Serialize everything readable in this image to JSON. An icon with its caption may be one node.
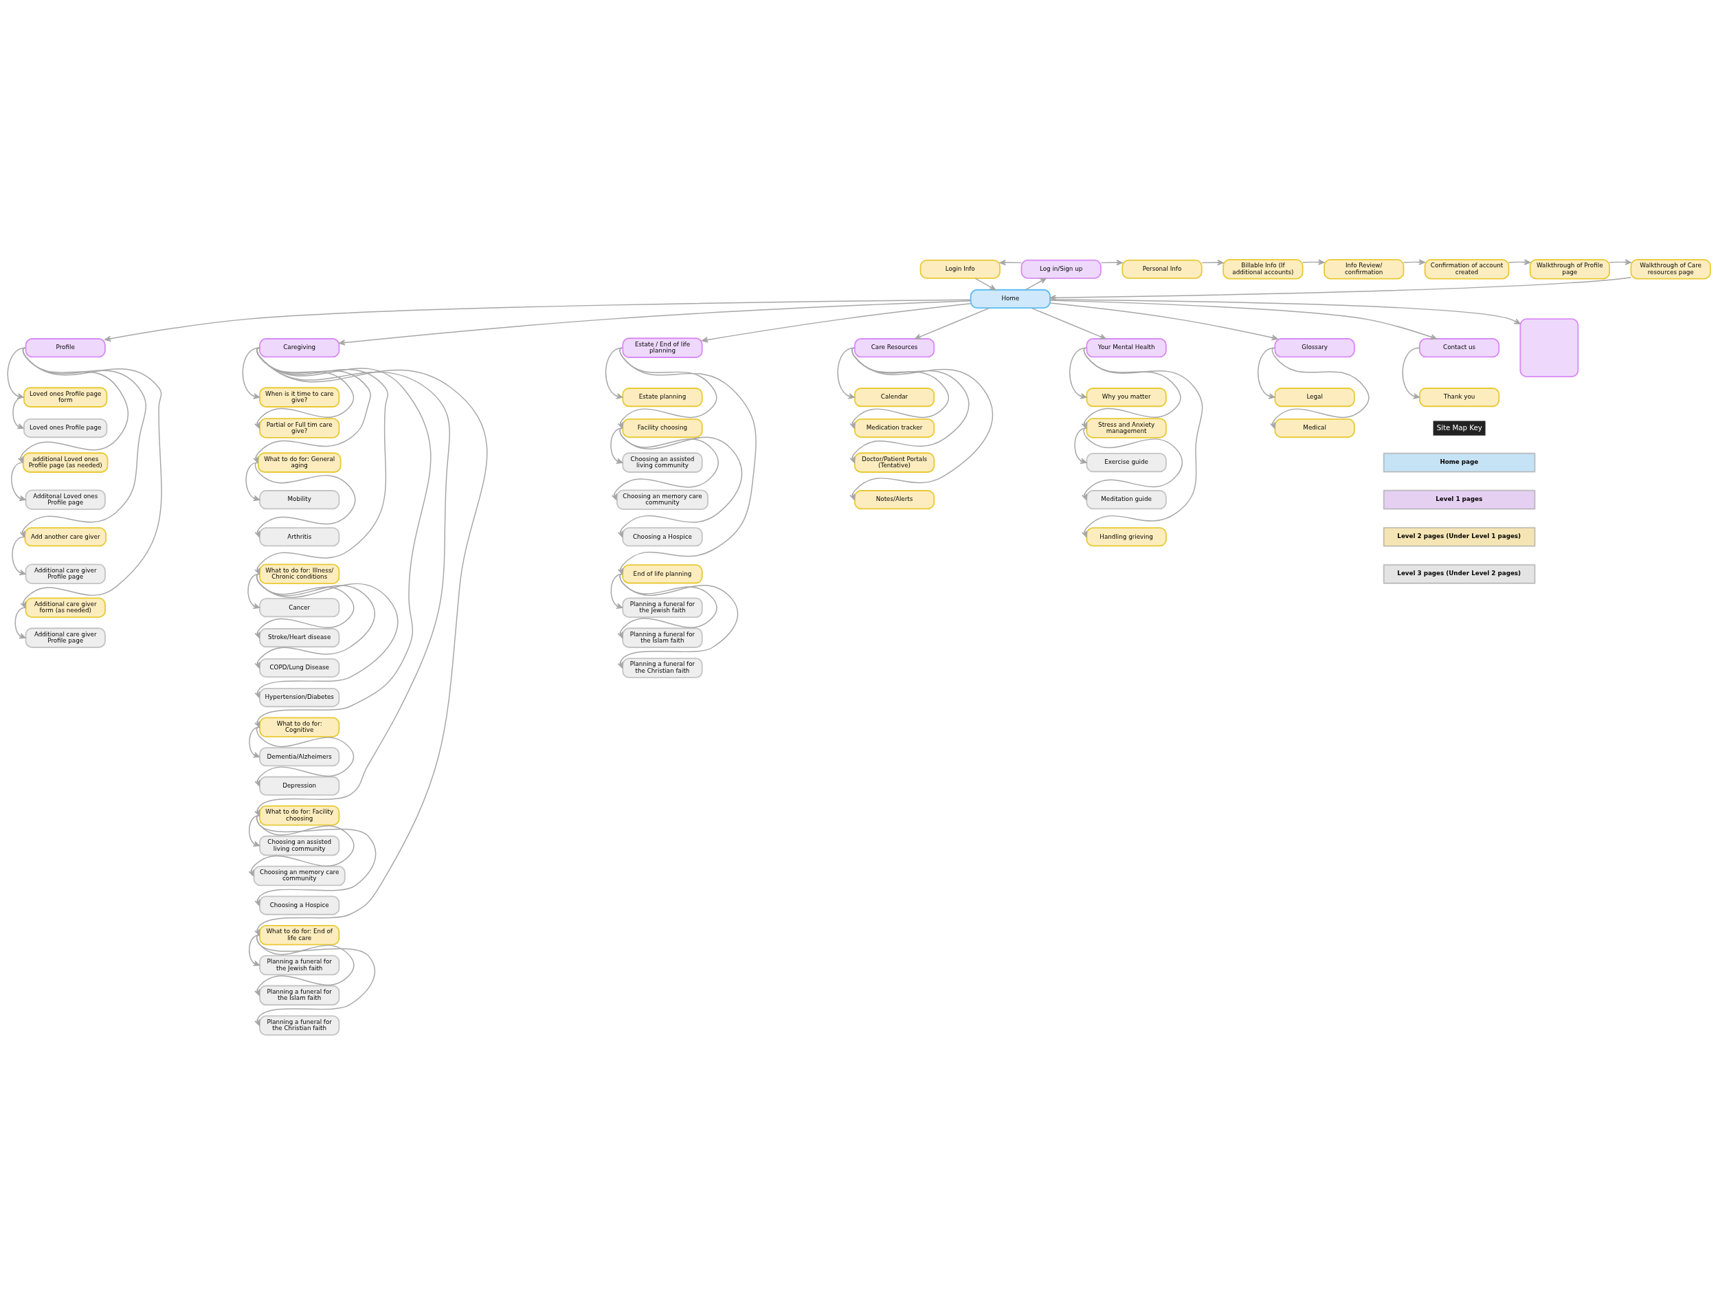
{
  "diagram": {
    "nodes": [
      {
        "text": [
          "Login Info"
        ]
      },
      {
        "text": [
          "Log in/Sign up"
        ]
      },
      {
        "text": [
          "Personal Info"
        ]
      },
      {
        "text": [
          "Billable Info (If additional accounts)"
        ]
      },
      {
        "text": [
          "Info Review/ confirmation"
        ]
      },
      {
        "text": [
          "Confirmation of account created"
        ]
      },
      {
        "text": [
          "Walkthrough of Profile page"
        ]
      },
      {
        "text": [
          "Walkthrough of Care resources page"
        ]
      },
      {
        "text": [
          "Home"
        ]
      },
      {
        "text": [
          "Profile"
        ]
      },
      {
        "text": [
          "Loved ones Profile page form"
        ]
      },
      {
        "text": [
          "Loved ones Profile page"
        ]
      },
      {
        "text": [
          "additional Loved ones Profile page (as needed)"
        ]
      },
      {
        "text": [
          "Additonal Loved ones Profile page"
        ]
      },
      {
        "text": [
          "Add another care giver"
        ]
      },
      {
        "text": [
          "Additional care giver Profile page"
        ]
      },
      {
        "text": [
          "Additional care giver form (as needed)"
        ]
      },
      {
        "text": [
          "Additional care giver Profile page"
        ]
      },
      {
        "text": [
          "Caregiving"
        ]
      },
      {
        "text": [
          "When is it time to care give?"
        ]
      },
      {
        "text": [
          "Partial or Full tim care give?"
        ]
      },
      {
        "text": [
          "What to do for: General aging"
        ]
      },
      {
        "text": [
          "Mobility"
        ]
      },
      {
        "text": [
          "Arthritis"
        ]
      },
      {
        "text": [
          "What to do for: Illness/ Chronic conditions"
        ]
      },
      {
        "text": [
          "Cancer"
        ]
      },
      {
        "text": [
          "Stroke/Heart disease"
        ]
      },
      {
        "text": [
          "COPD/Lung Disease"
        ]
      },
      {
        "text": [
          "Hypertension/Diabetes"
        ]
      },
      {
        "text": [
          "What to do for: Cognitive"
        ]
      },
      {
        "text": [
          "Dementia/Alzheimers"
        ]
      },
      {
        "text": [
          "Depression"
        ]
      },
      {
        "text": [
          "What to do for: Facility choosing"
        ]
      },
      {
        "text": [
          "Choosing an assisted living community"
        ]
      },
      {
        "text": [
          "Choosing an memory care community"
        ]
      },
      {
        "text": [
          "Choosing a Hospice"
        ]
      },
      {
        "text": [
          "What to do for: End of life care"
        ]
      },
      {
        "text": [
          "Planning a funeral for the Jewish faith"
        ]
      },
      {
        "text": [
          "Planning a funeral for the Islam faith"
        ]
      },
      {
        "text": [
          "Planning a funeral for the Christian faith"
        ]
      },
      {
        "text": [
          "Estate / End of life planning"
        ]
      },
      {
        "text": [
          "Estate planning"
        ]
      },
      {
        "text": [
          "Facility choosing"
        ]
      },
      {
        "text": [
          "Choosing an assisted living community"
        ]
      },
      {
        "text": [
          "Choosing an memory care community"
        ]
      },
      {
        "text": [
          "Choosing a Hospice"
        ]
      },
      {
        "text": [
          "End of life planning"
        ]
      },
      {
        "text": [
          "Planning a funeral for the Jewish faith"
        ]
      },
      {
        "text": [
          "Planning a funeral for the Islam faith"
        ]
      },
      {
        "text": [
          "Planning a funeral for the Christian faith"
        ]
      },
      {
        "text": [
          "Care Resources"
        ]
      },
      {
        "text": [
          "Calendar"
        ]
      },
      {
        "text": [
          "Medication tracker"
        ]
      },
      {
        "text": [
          "Doctor/Patient Portals (Tentative)"
        ]
      },
      {
        "text": [
          "Notes/Alerts"
        ]
      },
      {
        "text": [
          "Your Mental Health"
        ]
      },
      {
        "text": [
          "Why you matter"
        ]
      },
      {
        "text": [
          "Stress and Anxiety management"
        ]
      },
      {
        "text": [
          "Exercise guide"
        ]
      },
      {
        "text": [
          "Meditation guide"
        ]
      },
      {
        "text": [
          "Handling grieving"
        ]
      },
      {
        "text": [
          "Glossary"
        ]
      },
      {
        "text": [
          "Legal"
        ]
      },
      {
        "text": [
          "Medical"
        ]
      },
      {
        "text": [
          "Contact us"
        ]
      },
      {
        "text": [
          "Thank you"
        ]
      },
      {
        "text": [],
        "shape": "box"
      }
    ],
    "edges": [
      {
        "from": 8,
        "to": 1,
        "arrow": "to"
      },
      {
        "from": 1,
        "to": 0,
        "arrow": "to"
      },
      {
        "from": 0,
        "to": 8,
        "arrow": "to"
      },
      {
        "from": 1,
        "to": 2,
        "arrow": "to"
      },
      {
        "from": 2,
        "to": 3,
        "arrow": "to"
      },
      {
        "from": 3,
        "to": 4,
        "arrow": "to"
      },
      {
        "from": 4,
        "to": 5,
        "arrow": "to"
      },
      {
        "from": 5,
        "to": 6,
        "arrow": "to"
      },
      {
        "from": 6,
        "to": 7,
        "arrow": "to"
      },
      {
        "from": 7,
        "to": 8,
        "arrow": "to"
      },
      {
        "from": 8,
        "to": 9,
        "arrow": "to"
      },
      {
        "from": 8,
        "to": 18,
        "arrow": "to"
      },
      {
        "from": 8,
        "to": 40,
        "arrow": "to"
      },
      {
        "from": 8,
        "to": 50,
        "arrow": "to"
      },
      {
        "from": 8,
        "to": 55,
        "arrow": "to"
      },
      {
        "from": 8,
        "to": 61,
        "arrow": "to"
      },
      {
        "from": 8,
        "to": 64,
        "arrow": "to"
      },
      {
        "from": 8,
        "to": 66,
        "arrow": "to"
      },
      {
        "from": 9,
        "to": 10,
        "arrow": "to"
      },
      {
        "from": 10,
        "to": 11,
        "arrow": "to"
      },
      {
        "from": 9,
        "to": 12,
        "arrow": "to"
      },
      {
        "from": 12,
        "to": 13,
        "arrow": "to"
      },
      {
        "from": 9,
        "to": 14,
        "arrow": "to"
      },
      {
        "from": 14,
        "to": 15,
        "arrow": "to"
      },
      {
        "from": 9,
        "to": 16,
        "arrow": "to"
      },
      {
        "from": 16,
        "to": 17,
        "arrow": "to"
      },
      {
        "from": 18,
        "to": 19,
        "arrow": "to"
      },
      {
        "from": 18,
        "to": 20,
        "arrow": "to"
      },
      {
        "from": 18,
        "to": 21,
        "arrow": "to"
      },
      {
        "from": 21,
        "to": 22,
        "arrow": "to"
      },
      {
        "from": 21,
        "to": 23,
        "arrow": "to"
      },
      {
        "from": 18,
        "to": 24,
        "arrow": "to"
      },
      {
        "from": 24,
        "to": 25,
        "arrow": "to"
      },
      {
        "from": 24,
        "to": 26,
        "arrow": "to"
      },
      {
        "from": 24,
        "to": 27,
        "arrow": "to"
      },
      {
        "from": 24,
        "to": 28,
        "arrow": "to"
      },
      {
        "from": 18,
        "to": 29,
        "arrow": "to"
      },
      {
        "from": 29,
        "to": 30,
        "arrow": "to"
      },
      {
        "from": 29,
        "to": 31,
        "arrow": "to"
      },
      {
        "from": 18,
        "to": 32,
        "arrow": "to"
      },
      {
        "from": 32,
        "to": 33,
        "arrow": "to"
      },
      {
        "from": 32,
        "to": 34,
        "arrow": "to"
      },
      {
        "from": 32,
        "to": 35,
        "arrow": "to"
      },
      {
        "from": 18,
        "to": 36,
        "arrow": "to"
      },
      {
        "from": 36,
        "to": 37,
        "arrow": "to"
      },
      {
        "from": 36,
        "to": 38,
        "arrow": "to"
      },
      {
        "from": 36,
        "to": 39,
        "arrow": "to"
      },
      {
        "from": 40,
        "to": 41,
        "arrow": "to"
      },
      {
        "from": 40,
        "to": 42,
        "arrow": "to"
      },
      {
        "from": 42,
        "to": 43,
        "arrow": "to"
      },
      {
        "from": 42,
        "to": 44,
        "arrow": "to"
      },
      {
        "from": 42,
        "to": 45,
        "arrow": "to"
      },
      {
        "from": 40,
        "to": 46,
        "arrow": "to"
      },
      {
        "from": 46,
        "to": 47,
        "arrow": "to"
      },
      {
        "from": 46,
        "to": 48,
        "arrow": "to"
      },
      {
        "from": 46,
        "to": 49,
        "arrow": "to"
      },
      {
        "from": 50,
        "to": 51,
        "arrow": "to"
      },
      {
        "from": 50,
        "to": 52,
        "arrow": "to"
      },
      {
        "from": 50,
        "to": 53,
        "arrow": "to"
      },
      {
        "from": 50,
        "to": 54,
        "arrow": "to"
      },
      {
        "from": 55,
        "to": 56,
        "arrow": "to"
      },
      {
        "from": 55,
        "to": 57,
        "arrow": "to"
      },
      {
        "from": 57,
        "to": 58,
        "arrow": "to"
      },
      {
        "from": 57,
        "to": 59,
        "arrow": "to"
      },
      {
        "from": 55,
        "to": 60,
        "arrow": "to"
      },
      {
        "from": 61,
        "to": 62,
        "arrow": "to"
      },
      {
        "from": 61,
        "to": 63,
        "arrow": "to"
      },
      {
        "from": 64,
        "to": 65,
        "arrow": "to"
      }
    ],
    "labels": [
      "Site Map Key"
    ],
    "legend": [
      {
        "text": "Home page",
        "color": "#c6e2f5"
      },
      {
        "text": "Level 1 pages",
        "color": "#e5d0f2"
      },
      {
        "text": "Level 2 pages (Under Level 1 pages)",
        "color": "#f5e5b5"
      },
      {
        "text": "Level 3 pages (Under Level 2 pages)",
        "color": "#e4e4e4"
      }
    ]
  }
}
